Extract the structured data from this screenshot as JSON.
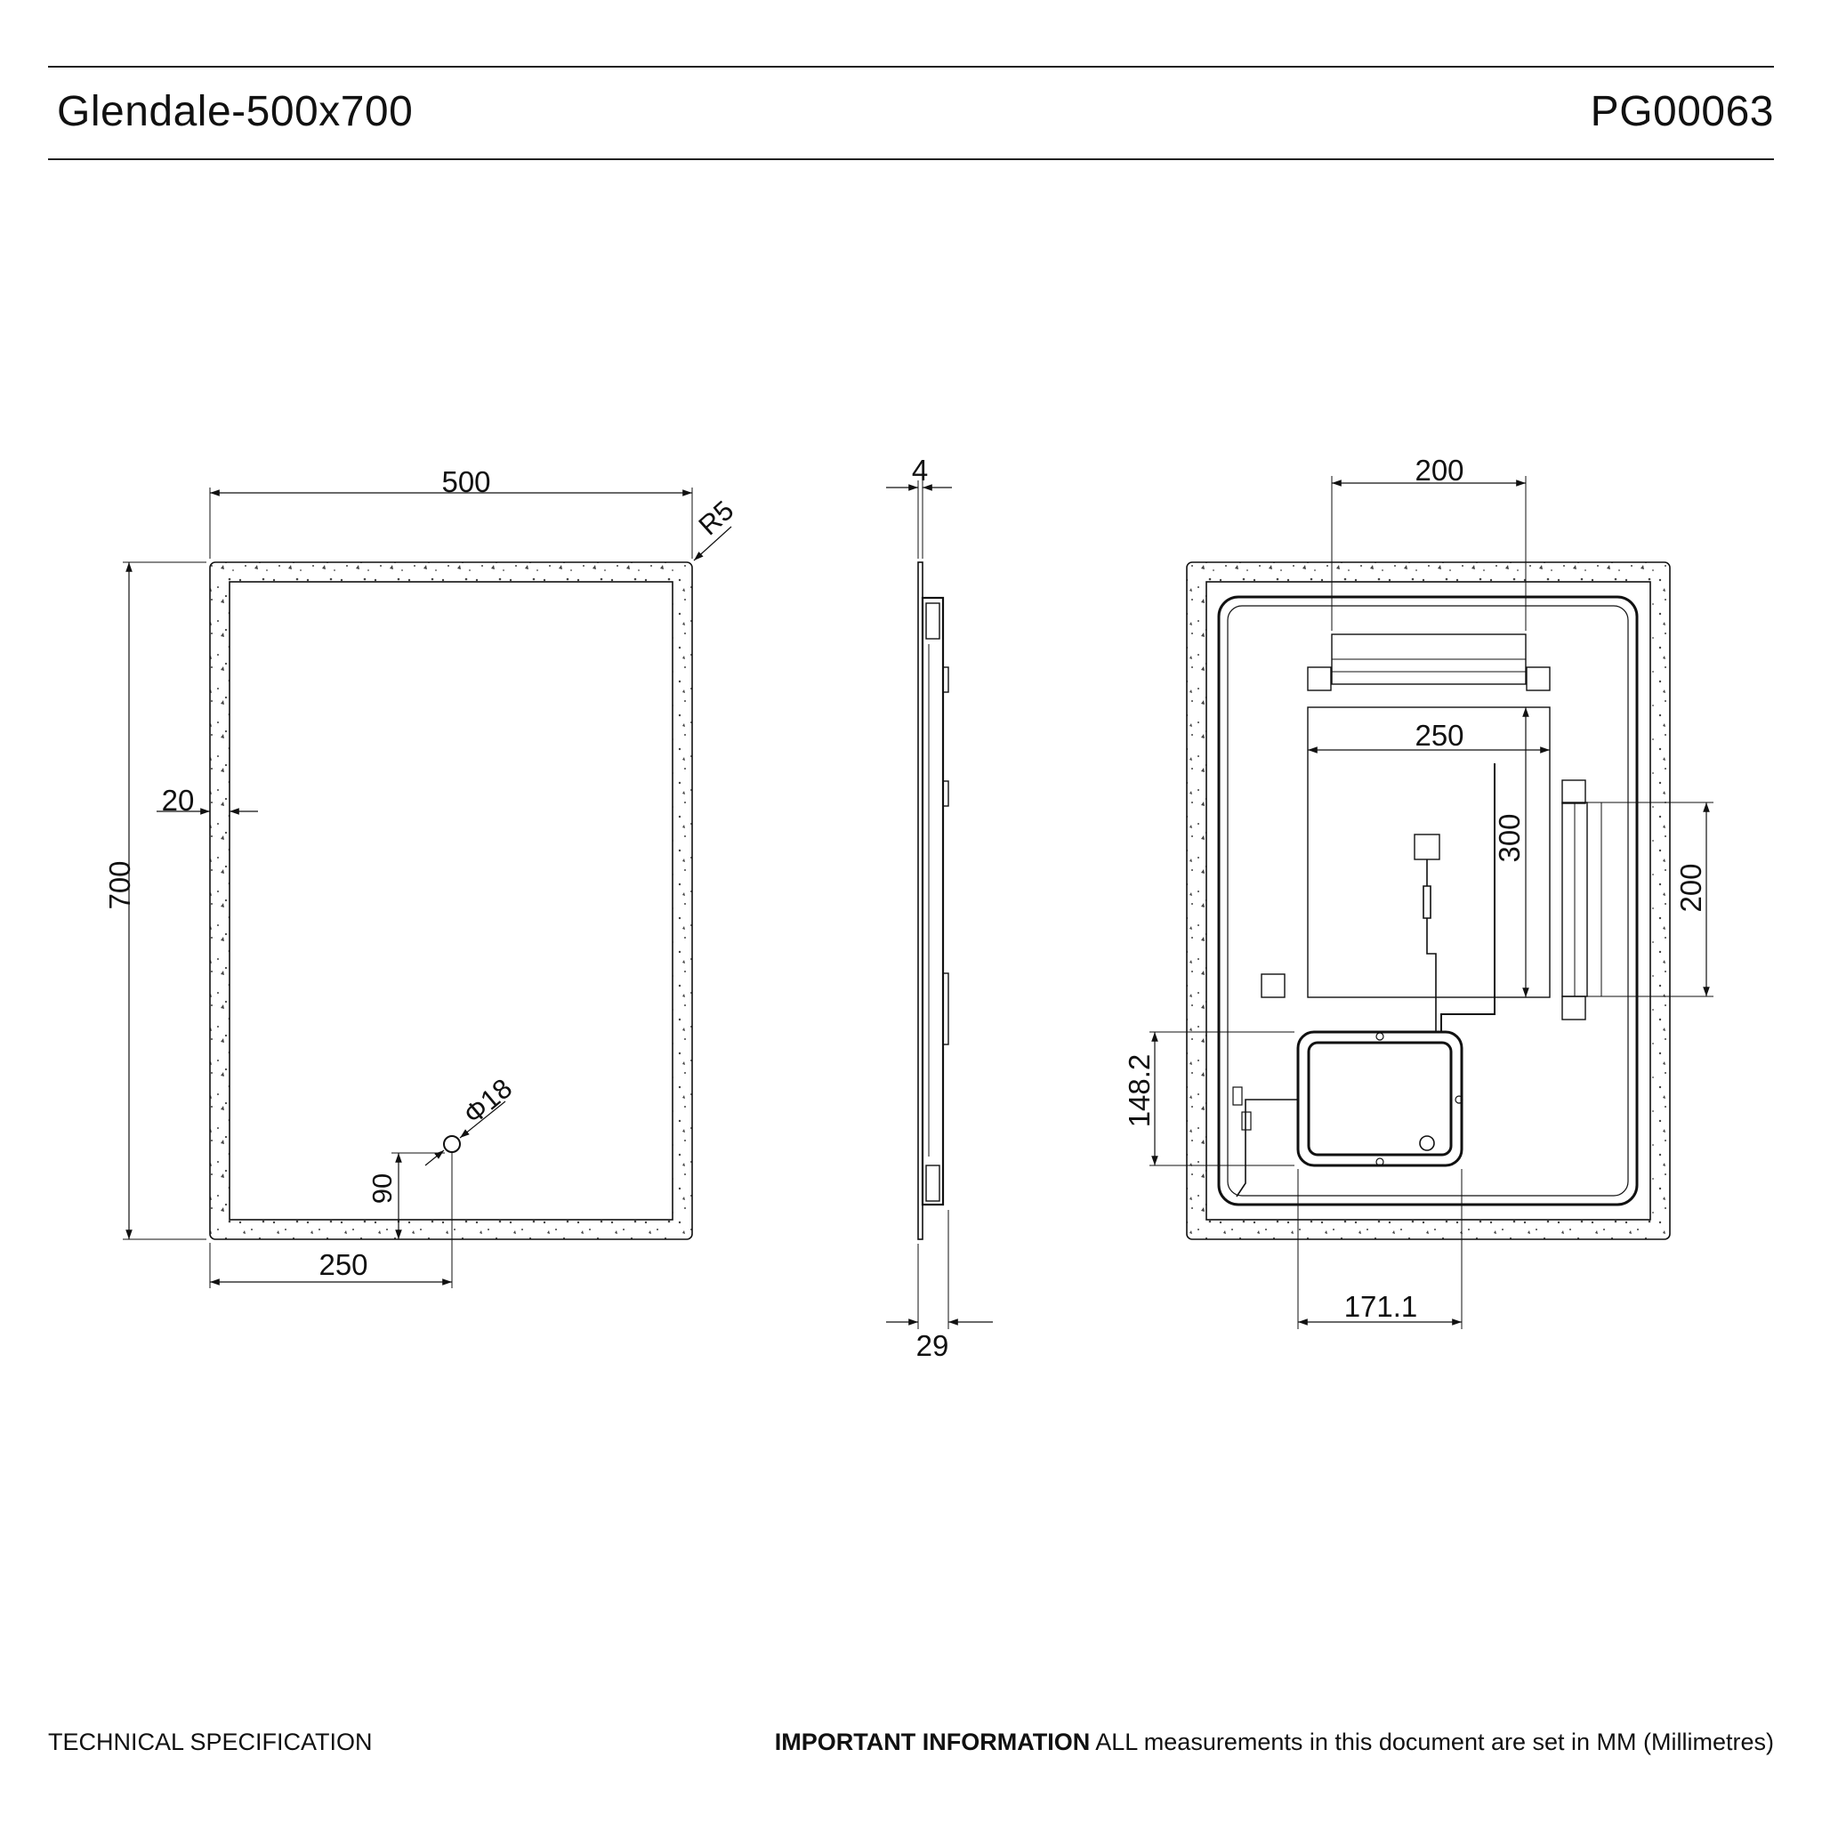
{
  "header": {
    "model": "Glendale-500x700",
    "code": "PG00063"
  },
  "front_view": {
    "width": "500",
    "height": "700",
    "radius": "R5",
    "border": "20",
    "hole_dia": "Φ18",
    "hole_height": "90",
    "hole_offset": "250"
  },
  "side_view": {
    "glass": "4",
    "depth": "29"
  },
  "rear_view": {
    "top_bracket": "200",
    "panel_width": "250",
    "panel_height": "300",
    "side_bracket": "200",
    "box_height": "148.2",
    "box_width": "171.1"
  },
  "footer": {
    "left": "TECHNICAL SPECIFICATION",
    "important_label": "IMPORTANT INFORMATION",
    "important_text": "ALL measurements in this document are set in MM (Millimetres)"
  }
}
